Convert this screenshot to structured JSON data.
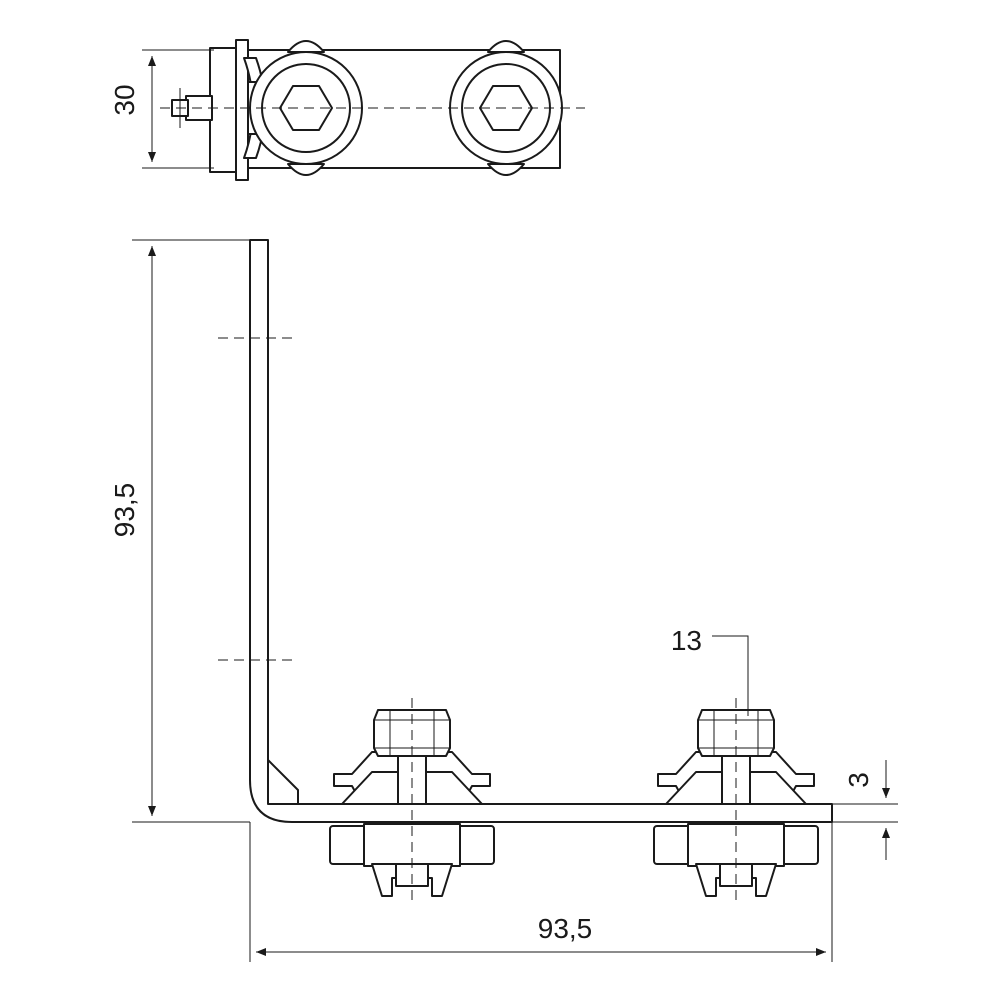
{
  "dimensions": {
    "top_view_width": "30",
    "vertical_leg_height": "93,5",
    "horizontal_leg_length": "93,5",
    "bolt_head_size": "13",
    "sheet_thickness": "3"
  },
  "icons": {
    "hex_bolt": "hex-bolt-icon",
    "clamp_washer": "clamp-washer-icon",
    "clamp_nut": "clamp-nut-icon"
  }
}
